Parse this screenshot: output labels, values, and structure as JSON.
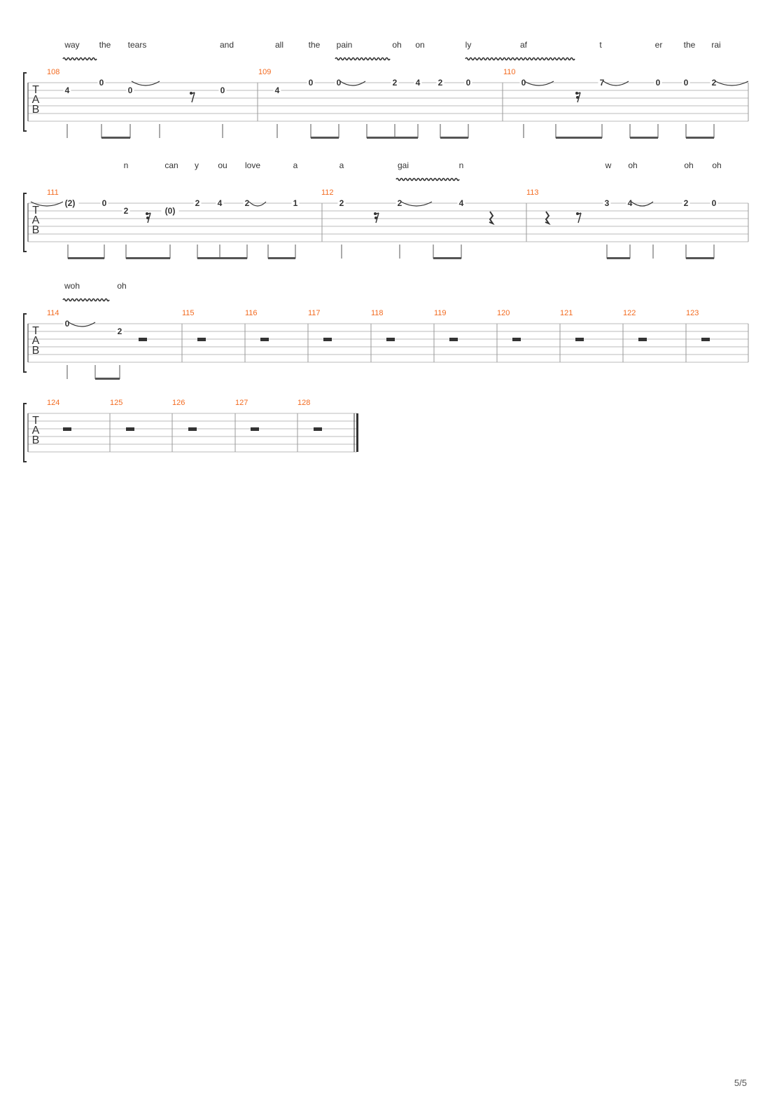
{
  "page_number": "5/5",
  "colors": {
    "measure_number": "#f36b21",
    "ink": "#333333",
    "staff_line": "#bbbbbb"
  },
  "tab_clef": [
    "T",
    "A",
    "B"
  ],
  "systems": [
    {
      "lyrics": [
        "way",
        "the",
        "tears",
        "and",
        "all",
        "the",
        "pain",
        "oh",
        "on",
        "ly",
        "af",
        "t",
        "er",
        "the",
        "rai"
      ],
      "vibratos": [
        "v1",
        "v2",
        "v3"
      ],
      "measures": [
        {
          "number": "108",
          "notes": [
            {
              "fret": "4",
              "string": 2
            },
            {
              "fret": "0",
              "string": 1
            },
            {
              "fret": "0",
              "string": 2
            },
            {
              "fret": "0",
              "string": 2
            }
          ]
        },
        {
          "number": "109",
          "notes": [
            {
              "fret": "4",
              "string": 2
            },
            {
              "fret": "0",
              "string": 1
            },
            {
              "fret": "0",
              "string": 1
            },
            {
              "fret": "2",
              "string": 1
            },
            {
              "fret": "4",
              "string": 1
            },
            {
              "fret": "2",
              "string": 1
            },
            {
              "fret": "0",
              "string": 1
            }
          ]
        },
        {
          "number": "110",
          "notes": [
            {
              "fret": "0",
              "string": 1
            },
            {
              "fret": "7",
              "string": 1
            },
            {
              "fret": "0",
              "string": 1
            },
            {
              "fret": "0",
              "string": 1
            },
            {
              "fret": "2",
              "string": 1
            }
          ]
        }
      ]
    },
    {
      "lyrics": [
        "n",
        "can",
        "y",
        "ou",
        "love",
        "a",
        "a",
        "gai",
        "n",
        "w",
        "oh",
        "oh",
        "oh"
      ],
      "vibratos": [
        "v1"
      ],
      "measures": [
        {
          "number": "111",
          "notes": [
            {
              "fret": "(2)",
              "string": 1
            },
            {
              "fret": "0",
              "string": 1
            },
            {
              "fret": "2",
              "string": 2
            },
            {
              "fret": "(0)",
              "string": 2
            },
            {
              "fret": "2",
              "string": 1
            },
            {
              "fret": "4",
              "string": 1
            },
            {
              "fret": "2",
              "string": 1
            },
            {
              "fret": "1",
              "string": 1
            }
          ]
        },
        {
          "number": "112",
          "notes": [
            {
              "fret": "2",
              "string": 1
            },
            {
              "fret": "2",
              "string": 1
            },
            {
              "fret": "4",
              "string": 1
            }
          ]
        },
        {
          "number": "113",
          "notes": [
            {
              "fret": "3",
              "string": 1
            },
            {
              "fret": "4",
              "string": 1
            },
            {
              "fret": "2",
              "string": 1
            },
            {
              "fret": "0",
              "string": 1
            }
          ]
        }
      ]
    },
    {
      "lyrics": [
        "woh",
        "oh"
      ],
      "vibratos": [
        "v1"
      ],
      "measures": [
        {
          "number": "114",
          "notes": [
            {
              "fret": "0",
              "string": 1
            },
            {
              "fret": "2",
              "string": 2
            }
          ]
        },
        {
          "number": "115",
          "notes": []
        },
        {
          "number": "116",
          "notes": []
        },
        {
          "number": "117",
          "notes": []
        },
        {
          "number": "118",
          "notes": []
        },
        {
          "number": "119",
          "notes": []
        },
        {
          "number": "120",
          "notes": []
        },
        {
          "number": "121",
          "notes": []
        },
        {
          "number": "122",
          "notes": []
        },
        {
          "number": "123",
          "notes": []
        }
      ]
    },
    {
      "lyrics": [],
      "vibratos": [],
      "measures": [
        {
          "number": "124",
          "notes": []
        },
        {
          "number": "125",
          "notes": []
        },
        {
          "number": "126",
          "notes": []
        },
        {
          "number": "127",
          "notes": []
        },
        {
          "number": "128",
          "notes": []
        }
      ]
    }
  ]
}
